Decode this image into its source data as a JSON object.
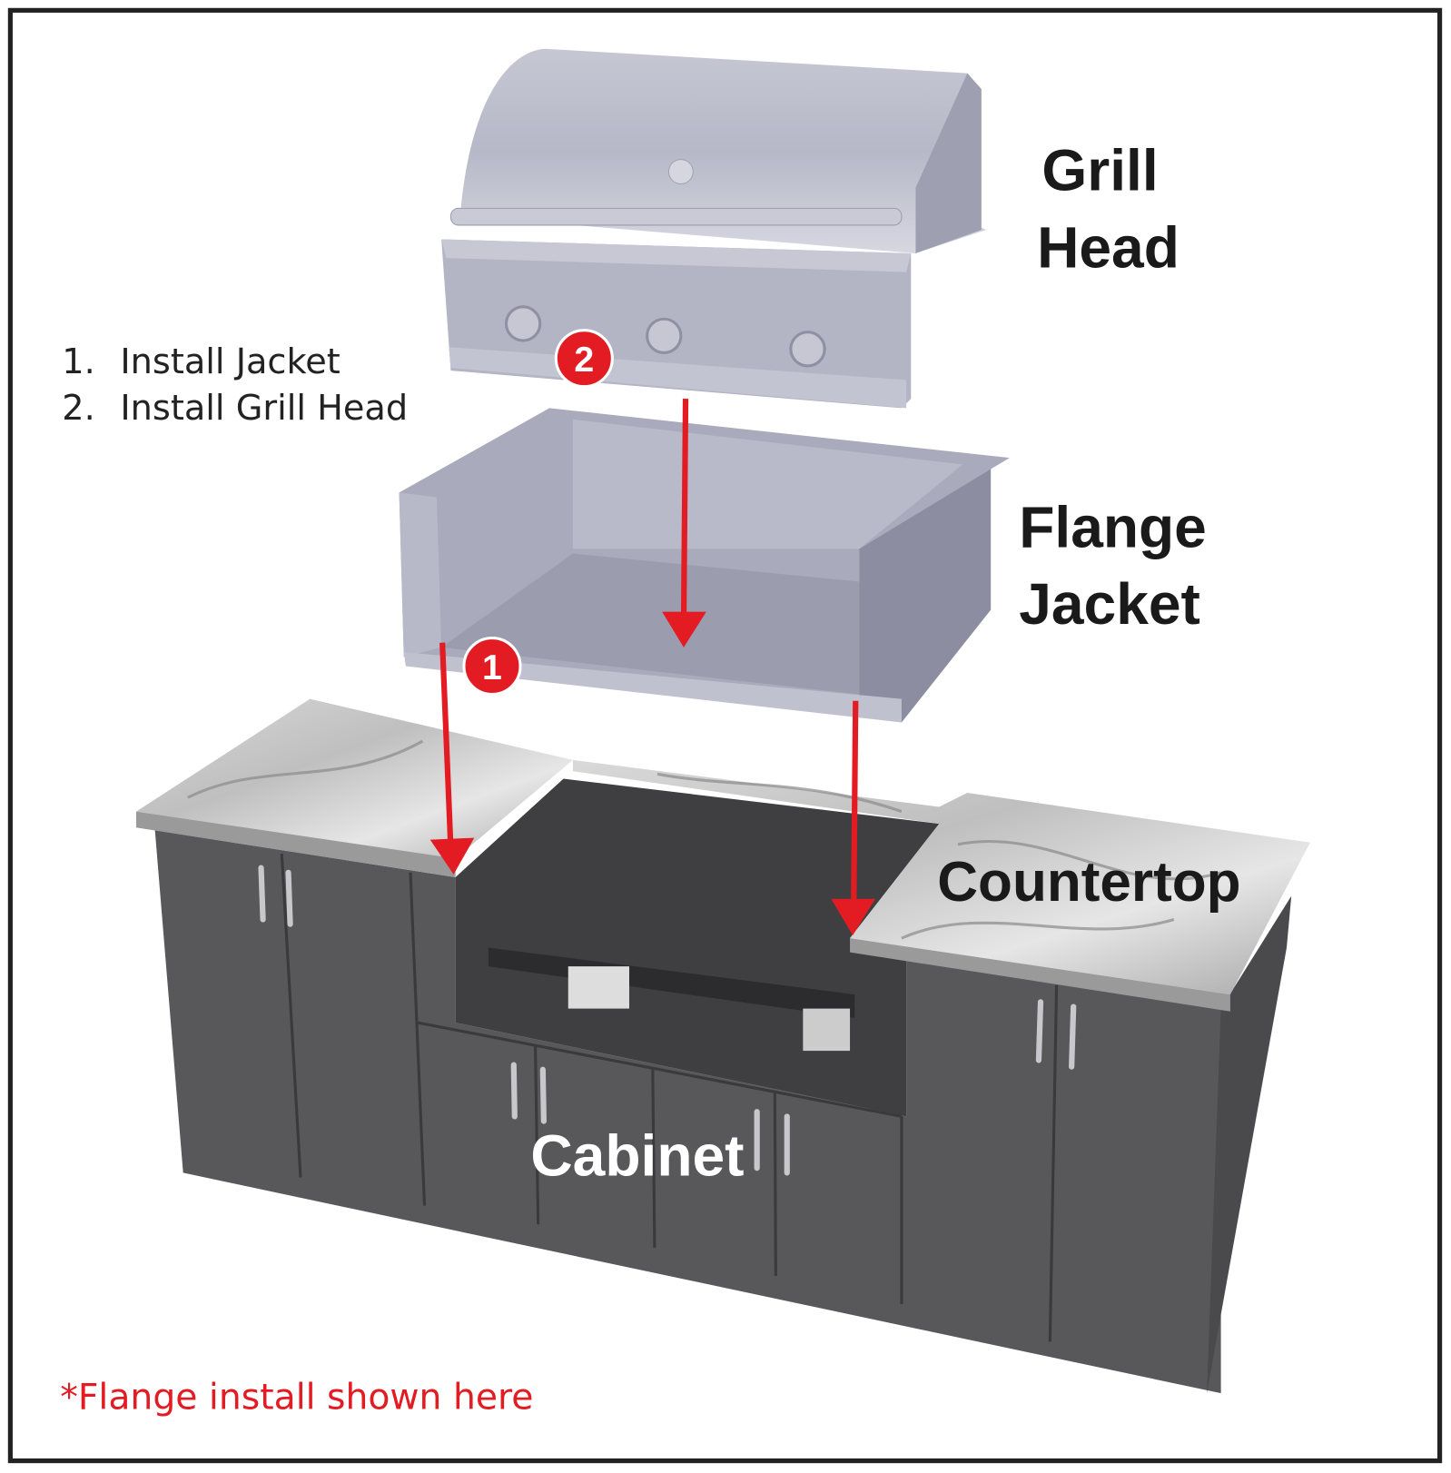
{
  "labels": {
    "grill_head": [
      "Grill",
      "Head"
    ],
    "flange_jacket": [
      "Flange",
      "Jacket"
    ],
    "countertop": "Countertop",
    "cabinet": "Cabinet"
  },
  "steps": [
    {
      "num": "1.",
      "text": "Install Jacket"
    },
    {
      "num": "2.",
      "text": "Install Grill Head"
    }
  ],
  "badges": [
    "1",
    "2"
  ],
  "note": "*Flange install shown here",
  "colors": {
    "accent": "#e31b23",
    "cabinet": "#58585a",
    "steel": "#b4b5c4",
    "frame": "#222222"
  }
}
